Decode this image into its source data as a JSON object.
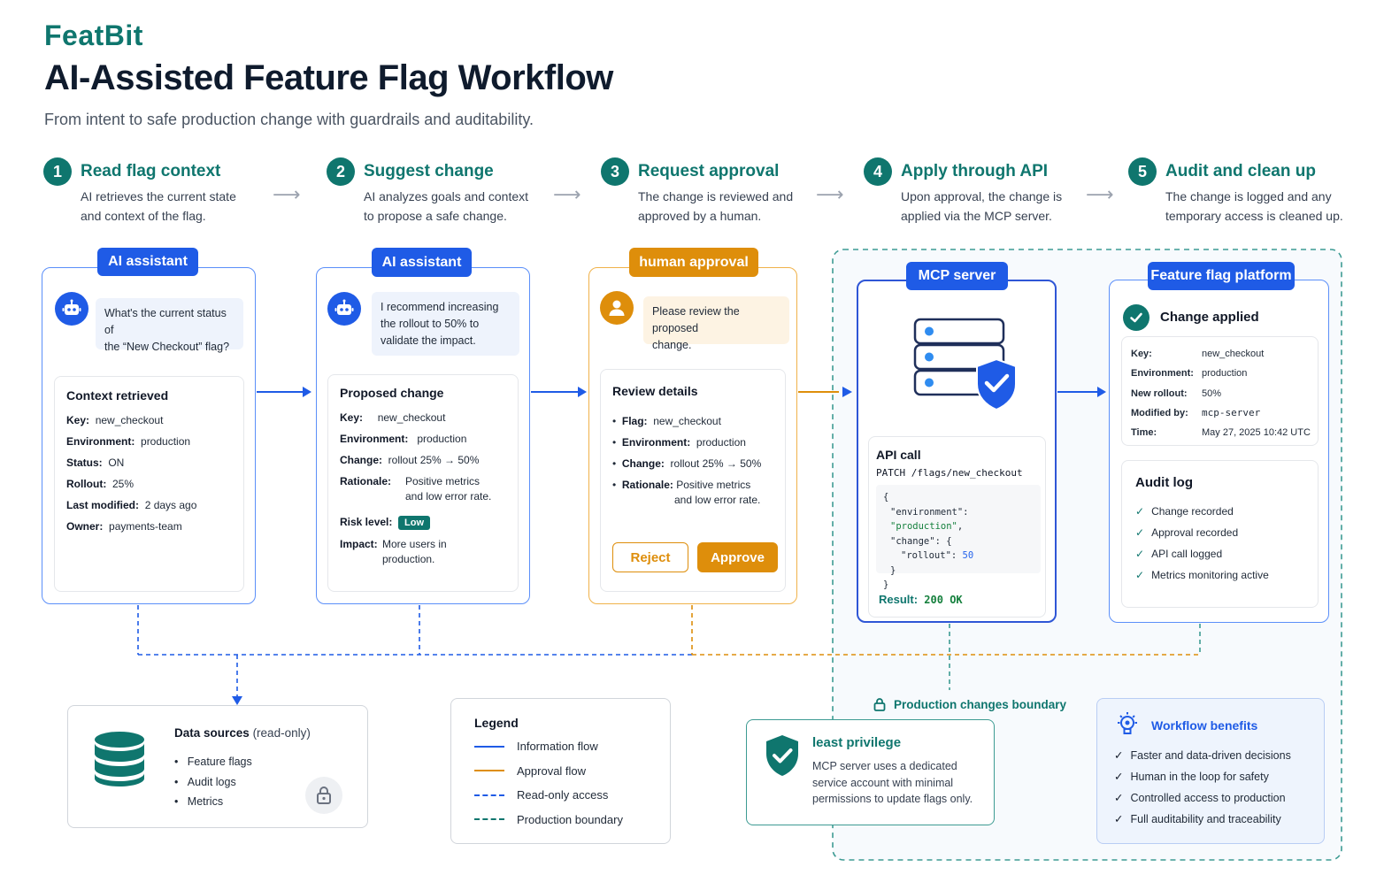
{
  "header": {
    "brand": "FeatBit",
    "title": "AI-Assisted Feature Flag Workflow",
    "subtitle": "From intent to safe production change with guardrails and auditability."
  },
  "steps": [
    {
      "num": "1",
      "title": "Read flag context",
      "desc1": "AI retrieves the current state",
      "desc2": "and context of the flag."
    },
    {
      "num": "2",
      "title": "Suggest change",
      "desc1": "AI analyzes goals and context",
      "desc2": "to propose a safe change."
    },
    {
      "num": "3",
      "title": "Request approval",
      "desc1": "The change is reviewed and",
      "desc2": "approved by a human."
    },
    {
      "num": "4",
      "title": "Apply through API",
      "desc1": "Upon approval, the change is",
      "desc2": "applied via the MCP server."
    },
    {
      "num": "5",
      "title": "Audit and clean up",
      "desc1": "The change is logged and any",
      "desc2": "temporary access is cleaned up."
    }
  ],
  "card1": {
    "tag": "AI assistant",
    "bubble1": "What's the current status of",
    "bubble2": "the “New Checkout” flag?",
    "title": "Context retrieved",
    "rows": [
      {
        "k": "Key:",
        "v": "new_checkout"
      },
      {
        "k": "Environment:",
        "v": "production"
      },
      {
        "k": "Status:",
        "v": "ON"
      },
      {
        "k": "Rollout:",
        "v": "25%"
      },
      {
        "k": "Last modified:",
        "v": "2 days ago"
      },
      {
        "k": "Owner:",
        "v": "payments-team"
      }
    ]
  },
  "card2": {
    "tag": "AI assistant",
    "bubble1": "I recommend increasing",
    "bubble2": "the rollout to 50% to",
    "bubble3": "validate the impact.",
    "title": "Proposed change",
    "key_k": "Key:",
    "key_v": "new_checkout",
    "env_k": "Environment:",
    "env_v": "production",
    "change_k": "Change:",
    "change_v": "rollout 25% → 50%",
    "rat_k": "Rationale:",
    "rat_v1": "Positive metrics",
    "rat_v2": "and low error rate.",
    "risk_k": "Risk level:",
    "risk_v": "Low",
    "impact_k": "Impact:",
    "impact_v1": "More users in",
    "impact_v2": "production."
  },
  "card3": {
    "tag": "human approval",
    "bubble1": "Please review the proposed",
    "bubble2": "change.",
    "title": "Review details",
    "flag_k": "Flag:",
    "flag_v": "new_checkout",
    "env_k": "Environment:",
    "env_v": "production",
    "change_k": "Change:",
    "change_v": "rollout 25% → 50%",
    "rat_k": "Rationale:",
    "rat_v1": "Positive metrics",
    "rat_v2": "and low error rate.",
    "reject": "Reject",
    "approve": "Approve"
  },
  "card4": {
    "tag": "MCP server",
    "api_title": "API call",
    "endpoint": "PATCH /flags/new_checkout",
    "code": {
      "open": "{",
      "env_key": "\"environment\": ",
      "env_val": "\"production\"",
      "change_key": "\"change\": ",
      "change_open": "{",
      "rollout_key": "\"rollout\": ",
      "rollout_val": "50",
      "inner_close": "}",
      "close": "}"
    },
    "result_k": "Result:",
    "result_v": "200 OK"
  },
  "card5": {
    "tag": "Feature flag platform",
    "status": "Change applied",
    "rows": [
      {
        "k": "Key:",
        "v": "new_checkout"
      },
      {
        "k": "Environment:",
        "v": "production"
      },
      {
        "k": "New rollout:",
        "v": "50%"
      },
      {
        "k": "Modified by:",
        "v": "mcp-server"
      },
      {
        "k": "Time:",
        "v": "May 27, 2025 10:42 UTC"
      }
    ],
    "audit_title": "Audit log",
    "audit": [
      "Change recorded",
      "Approval recorded",
      "API call logged",
      "Metrics monitoring active"
    ]
  },
  "datasources": {
    "title": "Data sources",
    "title_note": "(read-only)",
    "items": [
      "Feature flags",
      "Audit logs",
      "Metrics"
    ]
  },
  "legend": {
    "title": "Legend",
    "items": [
      {
        "label": "Information flow",
        "color": "#1f5be6",
        "style": "solid"
      },
      {
        "label": "Approval flow",
        "color": "#de8e0b",
        "style": "solid"
      },
      {
        "label": "Read-only access",
        "color": "#1f5be6",
        "style": "dashed"
      },
      {
        "label": "Production boundary",
        "color": "#0f766e",
        "style": "dashed"
      }
    ]
  },
  "boundary": {
    "label": "Production changes boundary"
  },
  "privilege": {
    "title": "least privilege",
    "line1": "MCP server uses a dedicated",
    "line2": "service account with minimal",
    "line3": "permissions to update flags only."
  },
  "benefits": {
    "title": "Workflow benefits",
    "items": [
      "Faster and data-driven decisions",
      "Human in the loop for safety",
      "Controlled access to production",
      "Full auditability and traceability"
    ]
  },
  "colors": {
    "accent": "#0f766e",
    "info": "#1f5be6",
    "approval": "#de8e0b"
  }
}
